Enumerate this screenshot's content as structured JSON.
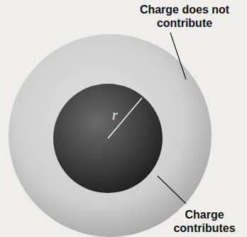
{
  "diagram": {
    "labels": [
      "Charge does not contribute",
      "Charge contributes",
      "r"
    ]
  }
}
